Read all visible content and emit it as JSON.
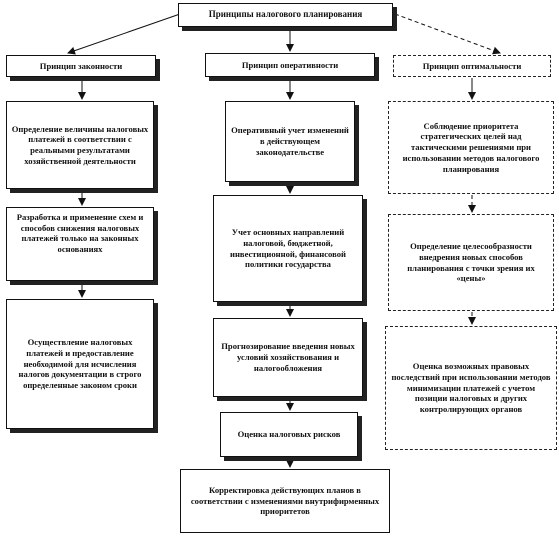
{
  "root": {
    "label": "Принципы налогового планирования"
  },
  "branches": [
    {
      "header": "Принцип законности",
      "items": [
        "Определение величины налоговых платежей в соответствии с реальными результатами хозяйственной деятельности",
        "Разработка и применение схем и способов снижения налоговых платежей только на законных основаниях",
        "Осуществление налоговых платежей и предоставление необходимой для исчисления налогов документации в строго определенные законом сроки"
      ]
    },
    {
      "header": "Принцип оперативности",
      "items": [
        "Оперативный учет изменений в действующем законодательстве",
        "Учет основных направлений налоговой, бюджетной, инвестиционной, финансовой политики государства",
        "Прогнозирование введения новых условий хозяйствования и налогообложения",
        "Оценка налоговых рисков",
        "Корректировка действующих планов в соответствии с изменениями внутрифирменных приоритетов"
      ]
    },
    {
      "header": "Принцип оптимальности",
      "items": [
        "Соблюдение приоритета стратегических целей над тактическими решениями при использовании методов налогового планирования",
        "Определение целесообразности внедрения новых способов планирования с точки зрения их «цены»",
        "Оценка возможных правовых последствий при использовании методов минимизации платежей с учетом позиции налоговых и других контролирующих органов"
      ]
    }
  ]
}
